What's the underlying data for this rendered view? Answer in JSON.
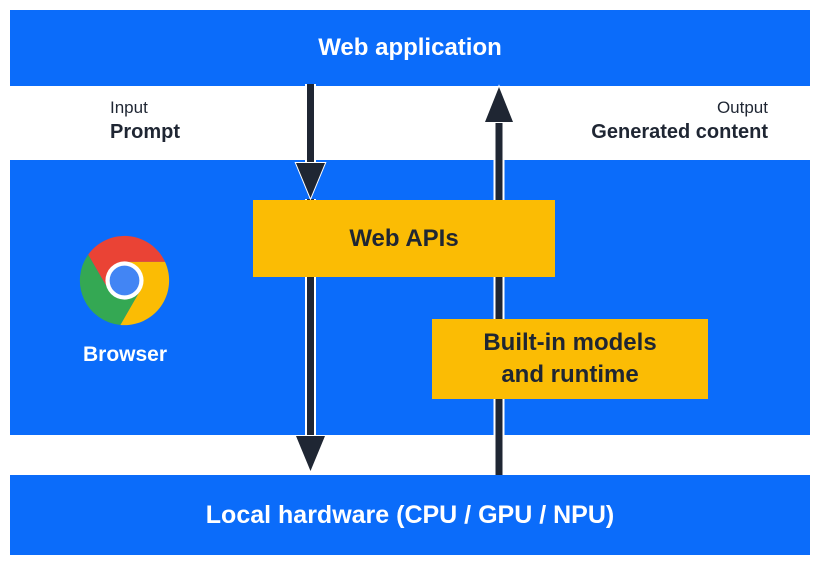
{
  "colors": {
    "layer-blue": "#0b6cfa",
    "box-yellow": "#fbbc04",
    "ink-navy": "#1f2633",
    "text-white": "#ffffff",
    "chrome-red": "#ea4335",
    "chrome-yellow": "#fbbc04",
    "chrome-green": "#34a853",
    "chrome-blue": "#4285f4"
  },
  "layers": {
    "web_application": {
      "label": "Web application"
    },
    "browser": {
      "label": "Browser",
      "icon": "chrome-browser-logo",
      "web_apis_label": "Web APIs",
      "builtin_models_line1": "Built-in models",
      "builtin_models_line2": "and runtime"
    },
    "local_hardware": {
      "label": "Local hardware (CPU / GPU / NPU)"
    }
  },
  "io": {
    "input_label": "Input",
    "input_value": "Prompt",
    "output_label": "Output",
    "output_value": "Generated content"
  },
  "arrows": [
    {
      "name": "prompt-flow",
      "direction": "down",
      "from": "Web application",
      "to": "Local hardware (CPU / GPU / NPU)"
    },
    {
      "name": "generated-content-flow",
      "direction": "up",
      "from": "Local hardware (CPU / GPU / NPU)",
      "to": "Web application"
    }
  ]
}
